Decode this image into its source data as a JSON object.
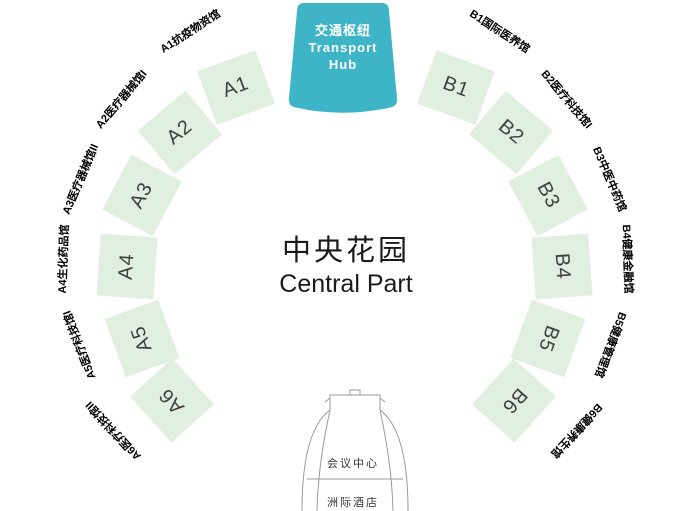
{
  "hub": {
    "line1": "交通枢纽",
    "line2": "Transport",
    "line3": "Hub"
  },
  "center": {
    "title_cn": "中央花园",
    "title_en": "Central Part"
  },
  "halls": [
    {
      "id": "A1",
      "label": "A1抗疫物资馆"
    },
    {
      "id": "A2",
      "label": "A2医疗器械馆I"
    },
    {
      "id": "A3",
      "label": "A3医疗器械馆II"
    },
    {
      "id": "A4",
      "label": "A4生化药品馆"
    },
    {
      "id": "A5",
      "label": "A5医疗科技馆I"
    },
    {
      "id": "A6",
      "label": "A6医疗科技馆II"
    },
    {
      "id": "B1",
      "label": "B1国际医养馆"
    },
    {
      "id": "B2",
      "label": "B2医疗科技馆I"
    },
    {
      "id": "B3",
      "label": "B3中医中药馆"
    },
    {
      "id": "B4",
      "label": "B4健康金融馆"
    },
    {
      "id": "B5",
      "label": "B5健康管理馆"
    },
    {
      "id": "B6",
      "label": "B6健康养生馆"
    }
  ],
  "building": {
    "label1": "会议中心",
    "label2": "洲际酒店"
  },
  "colors": {
    "hub": "#3eb5c6",
    "hall": "#e1efe1"
  }
}
